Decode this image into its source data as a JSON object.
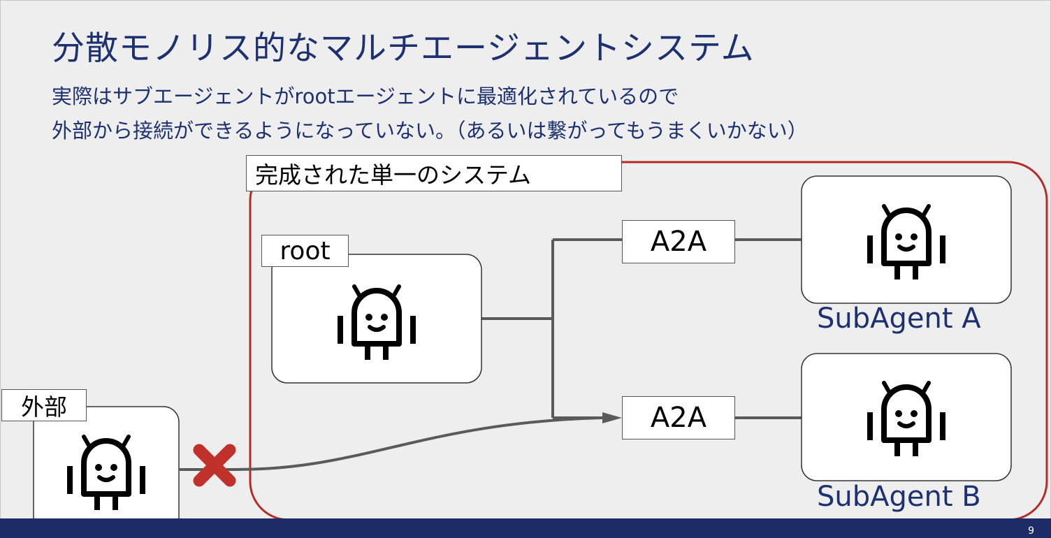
{
  "slide": {
    "title": "分散モノリス的なマルチエージェントシステム",
    "subtitle_line1": "実際はサブエージェントがrootエージェントに最適化されているので",
    "subtitle_line2": "外部から接続ができるようになっていない。（あるいは繋がってもうまくいかない）",
    "page_number": "9"
  },
  "diagram": {
    "system_label": "完成された単一のシステム",
    "root_label": "root",
    "external_label": "外部",
    "protocol_label_top": "A2A",
    "protocol_label_bottom": "A2A",
    "subagent_a_label": "SubAgent A",
    "subagent_b_label": "SubAgent B",
    "icons": {
      "agent": "robot-icon",
      "blocked": "cross-mark-icon"
    }
  },
  "colors": {
    "title_text": "#1d3170",
    "system_border": "#b52b27",
    "cross_mark": "#c0312b",
    "connector": "#5a5a5a",
    "footer_bar": "#1d2b66",
    "background": "#eeeeee"
  }
}
